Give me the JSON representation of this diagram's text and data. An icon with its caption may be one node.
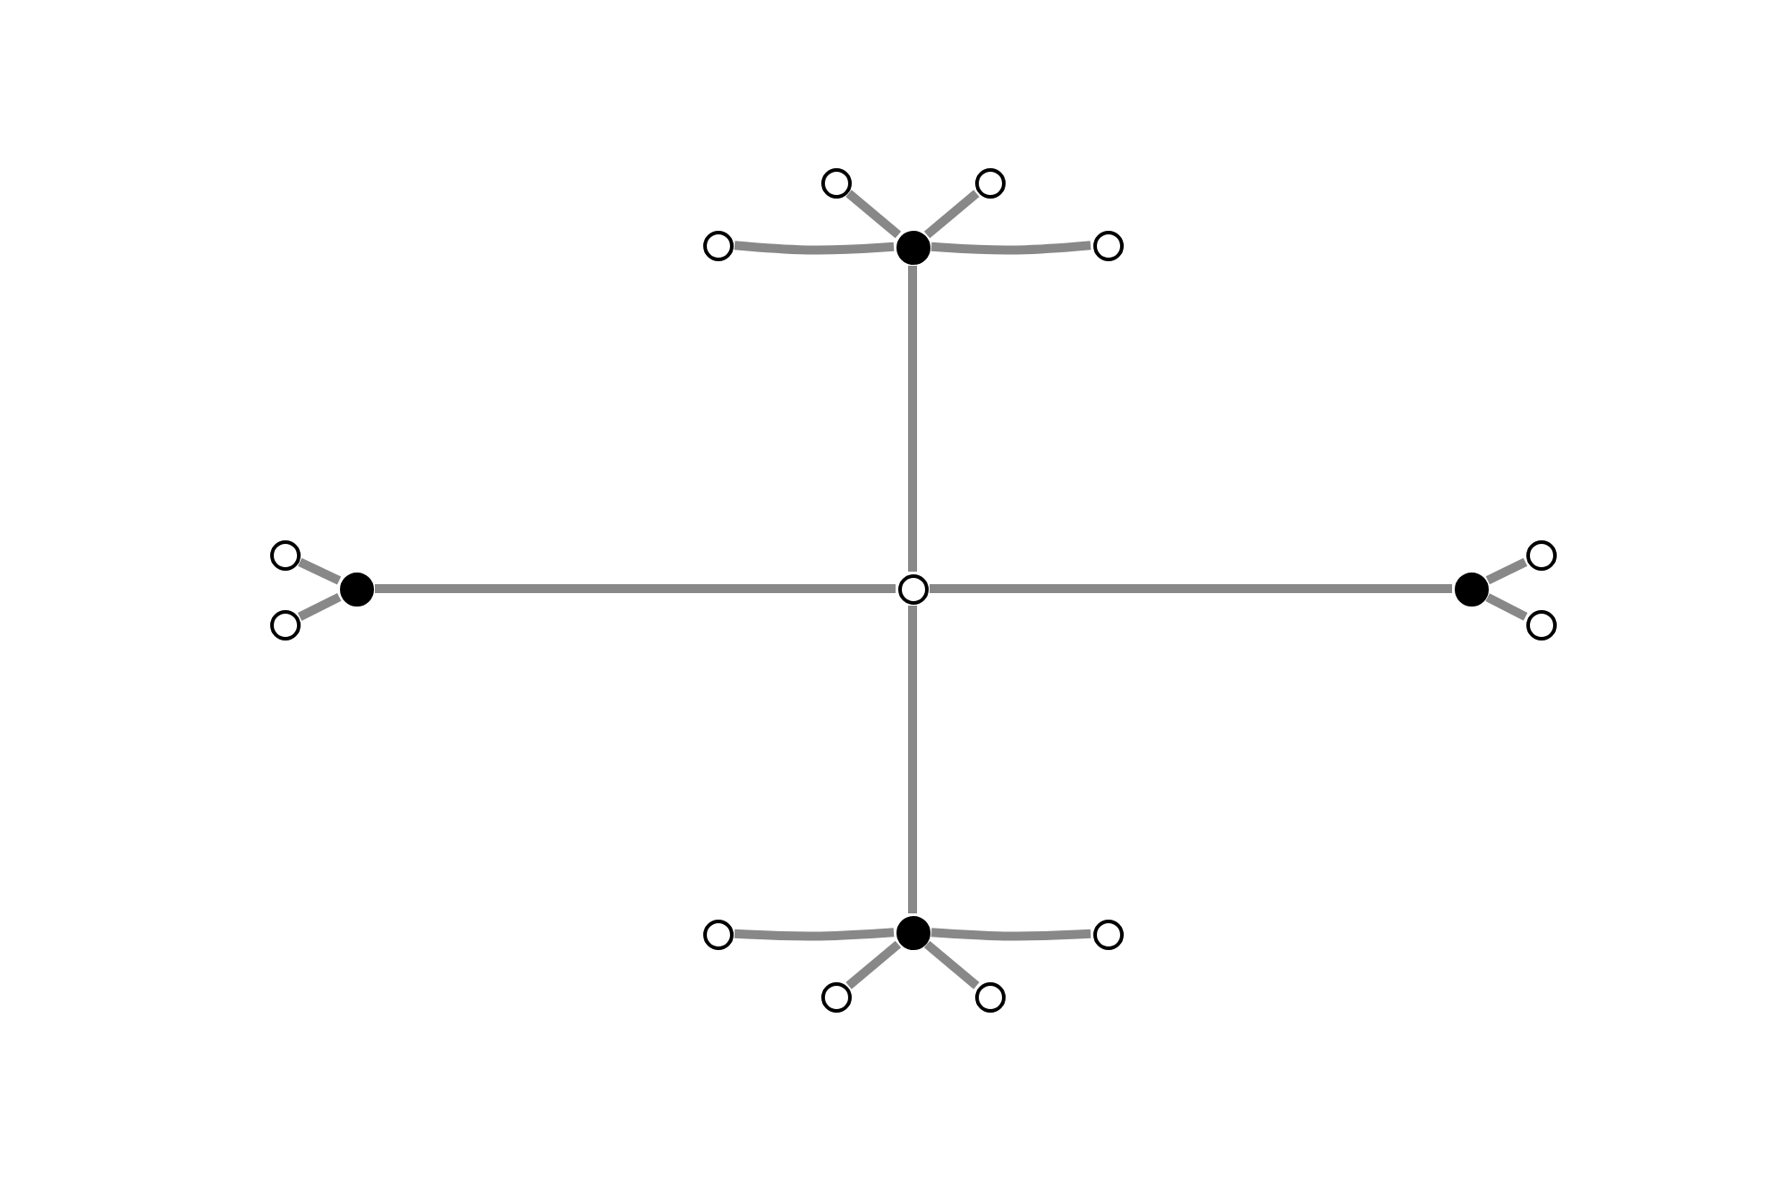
{
  "diagram": {
    "nodes": [
      {
        "text": [],
        "shape": "circle"
      },
      {
        "text": [],
        "shape": "circle"
      },
      {
        "text": [],
        "shape": "circle"
      },
      {
        "text": [],
        "shape": "dot"
      },
      {
        "text": [],
        "shape": "circle"
      },
      {
        "text": [],
        "shape": "circle"
      },
      {
        "text": [],
        "shape": "circle"
      },
      {
        "text": [],
        "shape": "dot"
      },
      {
        "text": [],
        "shape": "circle"
      },
      {
        "text": [],
        "shape": "dot"
      },
      {
        "text": [],
        "shape": "circle"
      },
      {
        "text": [],
        "shape": "circle"
      },
      {
        "text": [],
        "shape": "dot"
      },
      {
        "text": [],
        "shape": "circle"
      },
      {
        "text": [],
        "shape": "circle"
      },
      {
        "text": [],
        "shape": "circle"
      },
      {
        "text": [],
        "shape": "circle"
      }
    ],
    "edges": [
      {
        "from": 8,
        "to": 3,
        "arrow": "none"
      },
      {
        "from": 8,
        "to": 7,
        "arrow": "none"
      },
      {
        "from": 8,
        "to": 9,
        "arrow": "none"
      },
      {
        "from": 8,
        "to": 12,
        "arrow": "none"
      },
      {
        "from": 3,
        "to": 0,
        "arrow": "none"
      },
      {
        "from": 3,
        "to": 1,
        "arrow": "none"
      },
      {
        "from": 3,
        "to": 2,
        "arrow": "none"
      },
      {
        "from": 3,
        "to": 4,
        "arrow": "none"
      },
      {
        "from": 7,
        "to": 5,
        "arrow": "none"
      },
      {
        "from": 7,
        "to": 10,
        "arrow": "none"
      },
      {
        "from": 9,
        "to": 6,
        "arrow": "none"
      },
      {
        "from": 9,
        "to": 11,
        "arrow": "none"
      },
      {
        "from": 12,
        "to": 13,
        "arrow": "none"
      },
      {
        "from": 12,
        "to": 14,
        "arrow": "none"
      },
      {
        "from": 12,
        "to": 15,
        "arrow": "none"
      },
      {
        "from": 12,
        "to": 16,
        "arrow": "none"
      }
    ]
  }
}
